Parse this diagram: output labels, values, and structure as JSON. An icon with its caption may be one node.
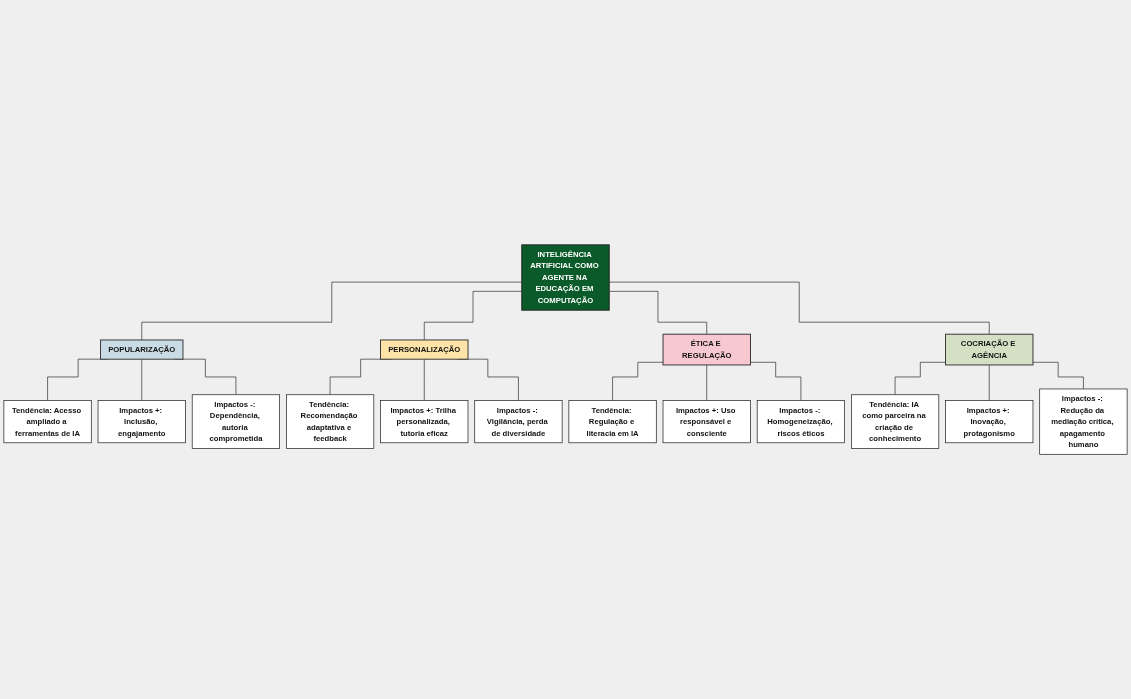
{
  "diagram": {
    "nodes": [
      {
        "text": [
          "INTELIGÊNCIA ARTIFICIAL COMO AGENTE NA EDUCAÇÃO EM COMPUTAÇÃO"
        ]
      },
      {
        "text": [
          "POPULARIZAÇÃO"
        ]
      },
      {
        "text": [
          "Tendência: Acesso ampliado a ferramentas de IA"
        ]
      },
      {
        "text": [
          "Impactos +: Inclusão, engajamento"
        ]
      },
      {
        "text": [
          "Impactos -: Dependência, autoria comprometida"
        ]
      },
      {
        "text": [
          "PERSONALIZAÇÃO"
        ]
      },
      {
        "text": [
          "Tendência: Recomendação adaptativa e feedback"
        ]
      },
      {
        "text": [
          "Impactos +: Trilha personalizada, tutoria eficaz"
        ]
      },
      {
        "text": [
          "Impactos -: Vigilância, perda de diversidade"
        ]
      },
      {
        "text": [
          "ÉTICA E REGULAÇÃO"
        ]
      },
      {
        "text": [
          "Tendência: Regulação e literacia em IA"
        ]
      },
      {
        "text": [
          "Impactos +: Uso responsável e consciente"
        ]
      },
      {
        "text": [
          "Impactos -: Homogeneização, riscos éticos"
        ]
      },
      {
        "text": [
          "COCRIAÇÃO E AGÊNCIA"
        ]
      },
      {
        "text": [
          "Tendência: IA como parceira na criação de conhecimento"
        ]
      },
      {
        "text": [
          "Impactos +: Inovação, protagonismo"
        ]
      },
      {
        "text": [
          "Impactos -: Redução da mediação crítica, apagamento humano"
        ]
      }
    ],
    "edges": [
      {
        "from": 0,
        "to": 1,
        "arrow": "none"
      },
      {
        "from": 0,
        "to": 5,
        "arrow": "none"
      },
      {
        "from": 0,
        "to": 9,
        "arrow": "none"
      },
      {
        "from": 0,
        "to": 13,
        "arrow": "none"
      },
      {
        "from": 1,
        "to": 2,
        "arrow": "none"
      },
      {
        "from": 1,
        "to": 3,
        "arrow": "none"
      },
      {
        "from": 1,
        "to": 4,
        "arrow": "none"
      },
      {
        "from": 5,
        "to": 6,
        "arrow": "none"
      },
      {
        "from": 5,
        "to": 7,
        "arrow": "none"
      },
      {
        "from": 5,
        "to": 8,
        "arrow": "none"
      },
      {
        "from": 9,
        "to": 10,
        "arrow": "none"
      },
      {
        "from": 9,
        "to": 11,
        "arrow": "none"
      },
      {
        "from": 9,
        "to": 12,
        "arrow": "none"
      },
      {
        "from": 13,
        "to": 14,
        "arrow": "none"
      },
      {
        "from": 13,
        "to": 15,
        "arrow": "none"
      },
      {
        "from": 13,
        "to": 16,
        "arrow": "none"
      }
    ]
  }
}
